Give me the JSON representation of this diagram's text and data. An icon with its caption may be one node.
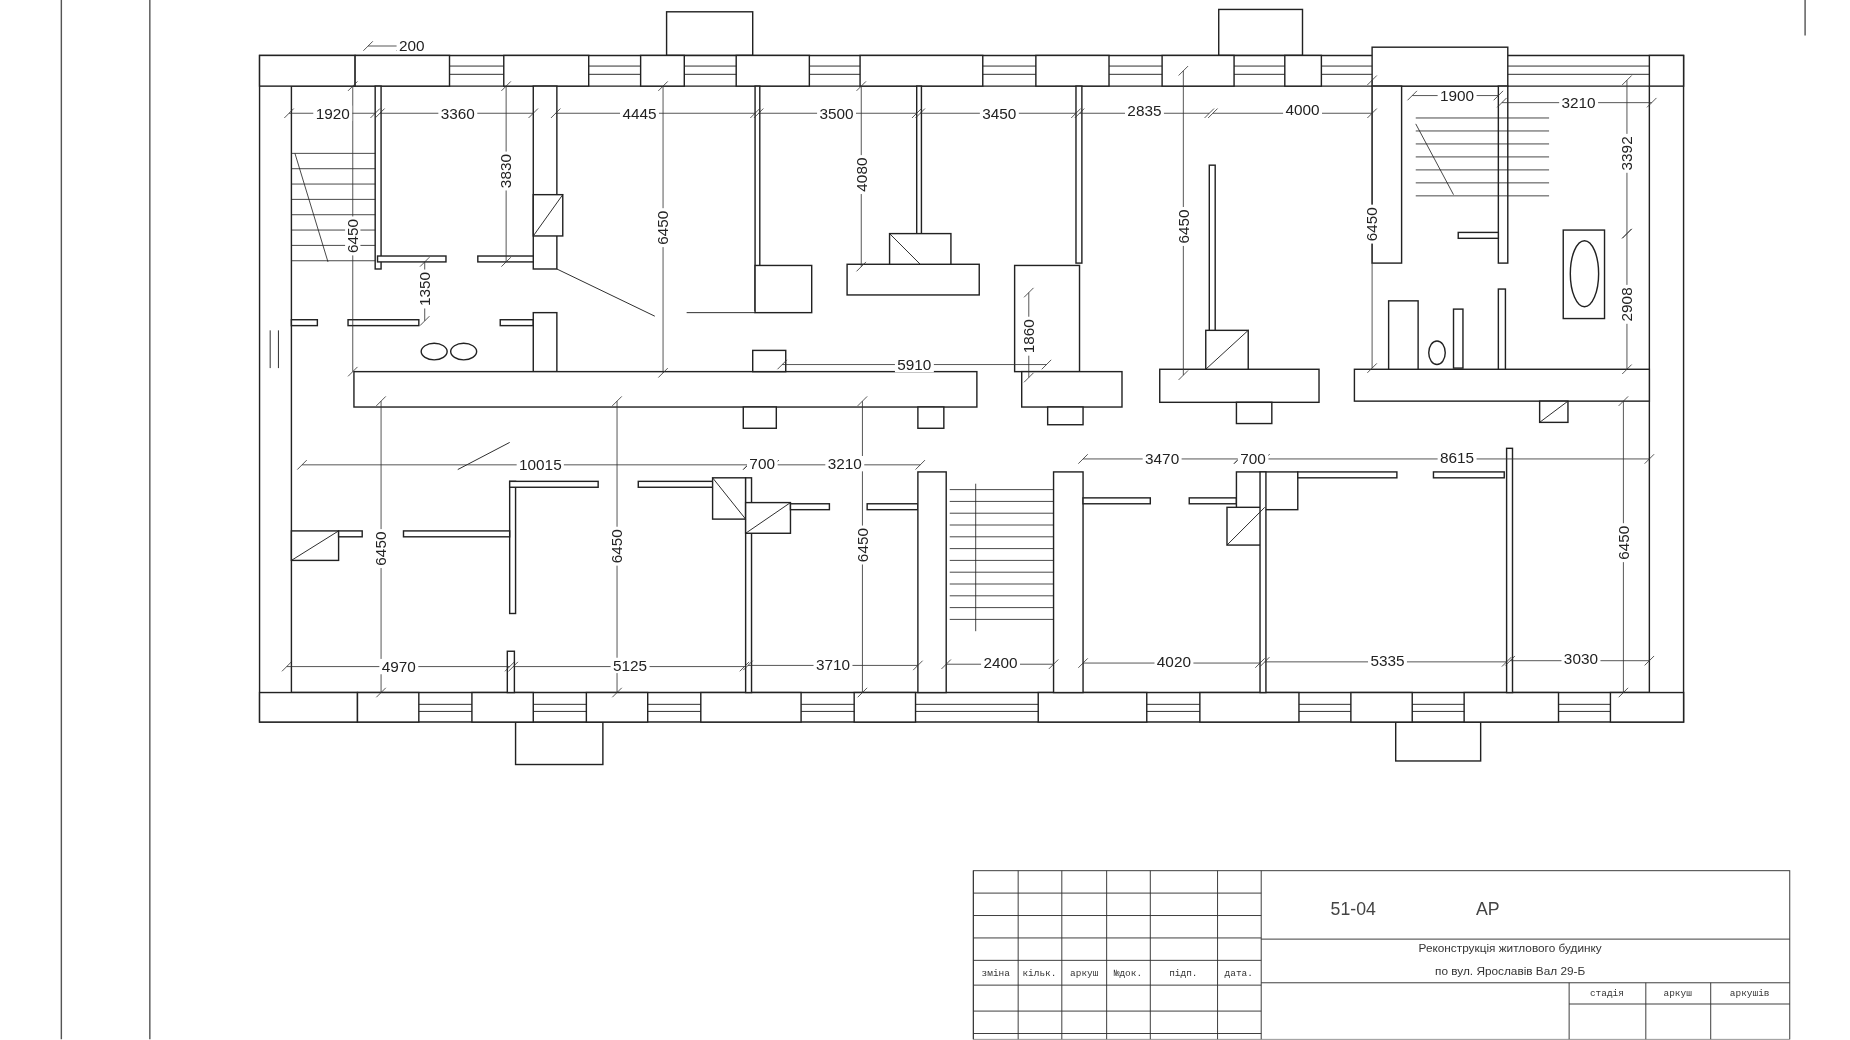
{
  "diagram": {
    "labels": [
      "200",
      "1920",
      "3360",
      "4445",
      "3500",
      "3450",
      "2835",
      "4000",
      "1900",
      "3210",
      "3830",
      "4080",
      "3392",
      "6450",
      "6450",
      "6450",
      "6450",
      "1350",
      "2908",
      "1860",
      "5910",
      "10015",
      "700",
      "3210",
      "3470",
      "700",
      "8615",
      "6450",
      "6450",
      "6450",
      "6450",
      "4970",
      "5125",
      "3710",
      "2400",
      "4020",
      "5335",
      "3030",
      "51-04",
      "АР",
      "Реконструкція житлового будинку",
      "по вул. Ярославів Вал 29-Б",
      "зміна",
      "кільк.",
      "аркуш",
      "№док.",
      "підп.",
      "дата.",
      "стадія",
      "аркуш",
      "аркушів"
    ]
  }
}
